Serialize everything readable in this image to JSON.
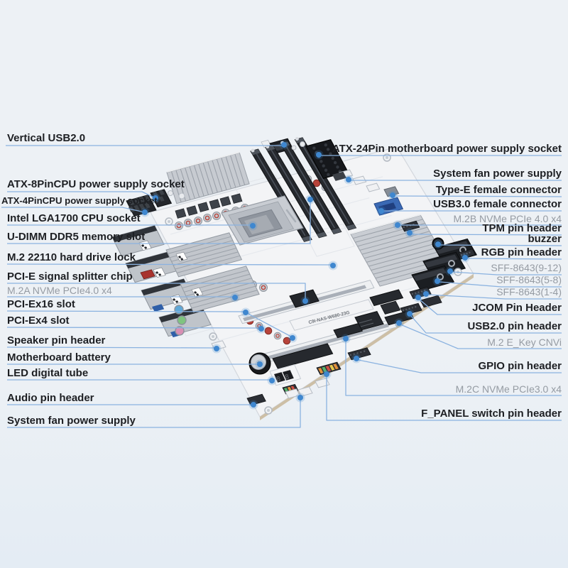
{
  "figure": {
    "type": "labeled-product-diagram",
    "subject": "motherboard component callout diagram"
  },
  "board": {
    "marking": "C9I-NAS-W680-23G",
    "led_digits": "88"
  },
  "colors": {
    "background": "#edf1f5",
    "leader_line": "#8ab2e0",
    "leader_dot": "#3f87cf",
    "label_primary": "#1d1f23",
    "label_secondary": "#959ba3",
    "pcb": "#f3f4f6",
    "heatsink_silver": "#c7cbd1",
    "usb3_blue": "#3a69b4",
    "pcb_edge": "#cdbfa6"
  },
  "callouts": {
    "left": [
      {
        "id": "vertical-usb20",
        "text": "Vertical USB2.0",
        "style": "primary"
      },
      {
        "id": "atx-8pin",
        "text": "ATX-8PinCPU power supply socket",
        "style": "primary"
      },
      {
        "id": "atx-4pin",
        "text": "ATX-4PinCPU power supply socket",
        "style": "small"
      },
      {
        "id": "lga1700",
        "text": "Intel LGA1700 CPU socket",
        "style": "primary"
      },
      {
        "id": "udimm-ddr5",
        "text": "U-DIMM DDR5 memory slot",
        "style": "primary"
      },
      {
        "id": "m2-22110-lock",
        "text": "M.2 22110 hard drive lock",
        "style": "primary"
      },
      {
        "id": "pcie-splitter",
        "text": "PCI-E signal splitter chip",
        "style": "primary"
      },
      {
        "id": "m2a",
        "text": "M.2A NVMe PCIe4.0 x4",
        "style": "secondary"
      },
      {
        "id": "pciex16",
        "text": "PCI-Ex16 slot",
        "style": "primary"
      },
      {
        "id": "pciex4",
        "text": "PCI-Ex4 slot",
        "style": "primary"
      },
      {
        "id": "speaker-header",
        "text": "Speaker pin header",
        "style": "primary"
      },
      {
        "id": "mb-battery",
        "text": "Motherboard battery",
        "style": "primary"
      },
      {
        "id": "led-tube",
        "text": "LED digital tube",
        "style": "primary"
      },
      {
        "id": "audio-header",
        "text": "Audio pin header",
        "style": "primary"
      },
      {
        "id": "sysfan-left",
        "text": "System fan power supply",
        "style": "primary"
      }
    ],
    "right": [
      {
        "id": "atx-24pin",
        "text": "ATX-24Pin motherboard power supply socket",
        "style": "primary"
      },
      {
        "id": "sysfan-right",
        "text": "System fan power supply",
        "style": "primary"
      },
      {
        "id": "type-e",
        "text": "Type-E female connector",
        "style": "primary"
      },
      {
        "id": "usb30-female",
        "text": "USB3.0 female connector",
        "style": "primary"
      },
      {
        "id": "m2b",
        "text": "M.2B NVMe PCIe 4.0 x4",
        "style": "secondary"
      },
      {
        "id": "tpm",
        "text": "TPM pin header",
        "style": "primary"
      },
      {
        "id": "buzzer",
        "text": "buzzer",
        "style": "primary"
      },
      {
        "id": "rgb",
        "text": "RGB pin header",
        "style": "primary"
      },
      {
        "id": "sff-9-12",
        "text": "SFF-8643(9-12)",
        "style": "secondary"
      },
      {
        "id": "sff-5-8",
        "text": "SFF-8643(5-8)",
        "style": "secondary"
      },
      {
        "id": "sff-1-4",
        "text": "SFF-8643(1-4)",
        "style": "secondary"
      },
      {
        "id": "jcom",
        "text": "JCOM Pin Header",
        "style": "primary"
      },
      {
        "id": "usb20-header",
        "text": "USB2.0 pin header",
        "style": "primary"
      },
      {
        "id": "m2-ekey",
        "text": "M.2 E_Key CNVi",
        "style": "secondary"
      },
      {
        "id": "gpio",
        "text": "GPIO pin header",
        "style": "primary"
      },
      {
        "id": "m2c",
        "text": "M.2C NVMe PCIe3.0 x4",
        "style": "secondary"
      },
      {
        "id": "f-panel",
        "text": "F_PANEL switch pin header",
        "style": "primary"
      }
    ]
  }
}
